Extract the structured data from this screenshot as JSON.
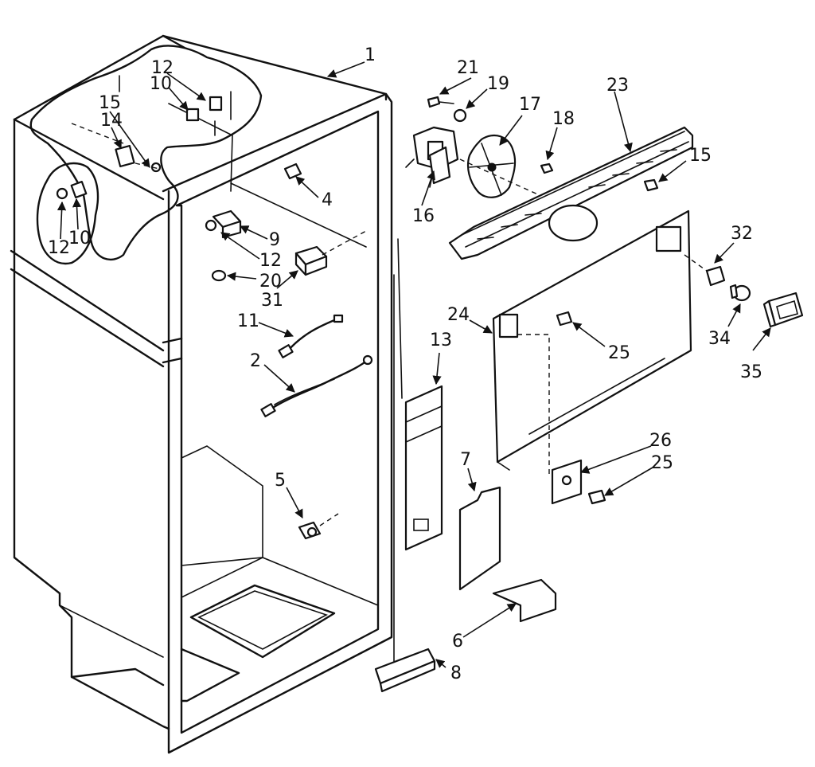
{
  "callouts": [
    {
      "id": "c1",
      "text": "1"
    },
    {
      "id": "c2",
      "text": "2"
    },
    {
      "id": "c4",
      "text": "4"
    },
    {
      "id": "c5",
      "text": "5"
    },
    {
      "id": "c6",
      "text": "6"
    },
    {
      "id": "c7",
      "text": "7"
    },
    {
      "id": "c8",
      "text": "8"
    },
    {
      "id": "c9",
      "text": "9"
    },
    {
      "id": "c10a",
      "text": "10"
    },
    {
      "id": "c10b",
      "text": "10"
    },
    {
      "id": "c11",
      "text": "11"
    },
    {
      "id": "c12a",
      "text": "12"
    },
    {
      "id": "c12b",
      "text": "12"
    },
    {
      "id": "c12c",
      "text": "12"
    },
    {
      "id": "c13",
      "text": "13"
    },
    {
      "id": "c14",
      "text": "14"
    },
    {
      "id": "c15a",
      "text": "15"
    },
    {
      "id": "c15b",
      "text": "15"
    },
    {
      "id": "c16",
      "text": "16"
    },
    {
      "id": "c17",
      "text": "17"
    },
    {
      "id": "c18",
      "text": "18"
    },
    {
      "id": "c19",
      "text": "19"
    },
    {
      "id": "c20",
      "text": "20"
    },
    {
      "id": "c21",
      "text": "21"
    },
    {
      "id": "c23",
      "text": "23"
    },
    {
      "id": "c24",
      "text": "24"
    },
    {
      "id": "c25a",
      "text": "25"
    },
    {
      "id": "c25b",
      "text": "25"
    },
    {
      "id": "c26",
      "text": "26"
    },
    {
      "id": "c31",
      "text": "31"
    },
    {
      "id": "c32",
      "text": "32"
    },
    {
      "id": "c34",
      "text": "34"
    },
    {
      "id": "c35",
      "text": "35"
    }
  ]
}
